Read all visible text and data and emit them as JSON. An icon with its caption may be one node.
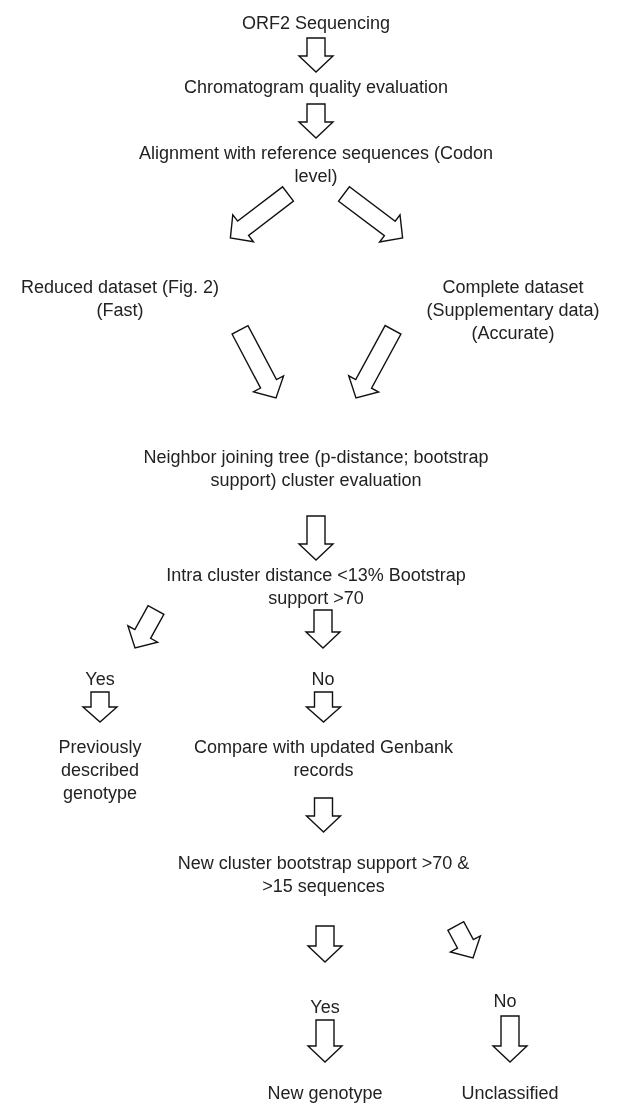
{
  "diagram": {
    "nodes": [
      {
        "text": [
          "ORF2 Sequencing"
        ]
      },
      {
        "text": [
          "Chromatogram quality evaluation"
        ]
      },
      {
        "text": [
          "Alignment with reference sequences (Codon level)"
        ]
      },
      {
        "text": [
          "Reduced dataset (Fig. 2) (Fast)"
        ]
      },
      {
        "text": [
          "Complete dataset (Supplementary data) (Accurate)"
        ]
      },
      {
        "text": [
          "Neighbor joining tree (p-distance; bootstrap support) cluster evaluation"
        ]
      },
      {
        "text": [
          "Intra cluster distance <13% Bootstrap support >70"
        ]
      },
      {
        "text": [
          "Yes"
        ]
      },
      {
        "text": [
          "No"
        ]
      },
      {
        "text": [
          "Previously described genotype"
        ]
      },
      {
        "text": [
          "Compare with updated Genbank records"
        ]
      },
      {
        "text": [
          "New cluster bootstrap support >70 & >15 sequences"
        ]
      },
      {
        "text": [
          "Yes"
        ]
      },
      {
        "text": [
          "No"
        ]
      },
      {
        "text": [
          "New genotype"
        ]
      },
      {
        "text": [
          "Unclassified"
        ]
      }
    ],
    "edges": [
      {
        "from": 0,
        "to": 1,
        "arrow": "to"
      },
      {
        "from": 1,
        "to": 2,
        "arrow": "to"
      },
      {
        "from": 2,
        "to": 3,
        "arrow": "to"
      },
      {
        "from": 2,
        "to": 4,
        "arrow": "to"
      },
      {
        "from": 3,
        "to": 5,
        "arrow": "to"
      },
      {
        "from": 4,
        "to": 5,
        "arrow": "to"
      },
      {
        "from": 5,
        "to": 6,
        "arrow": "to"
      },
      {
        "from": 6,
        "to": 7,
        "arrow": "to"
      },
      {
        "from": 6,
        "to": 8,
        "arrow": "to"
      },
      {
        "from": 7,
        "to": 9,
        "arrow": "to"
      },
      {
        "from": 8,
        "to": 10,
        "arrow": "to"
      },
      {
        "from": 10,
        "to": 11,
        "arrow": "to"
      },
      {
        "from": 11,
        "to": 12,
        "arrow": "to"
      },
      {
        "from": 11,
        "to": 13,
        "arrow": "to"
      },
      {
        "from": 12,
        "to": 14,
        "arrow": "to"
      },
      {
        "from": 13,
        "to": 15,
        "arrow": "to"
      }
    ]
  }
}
